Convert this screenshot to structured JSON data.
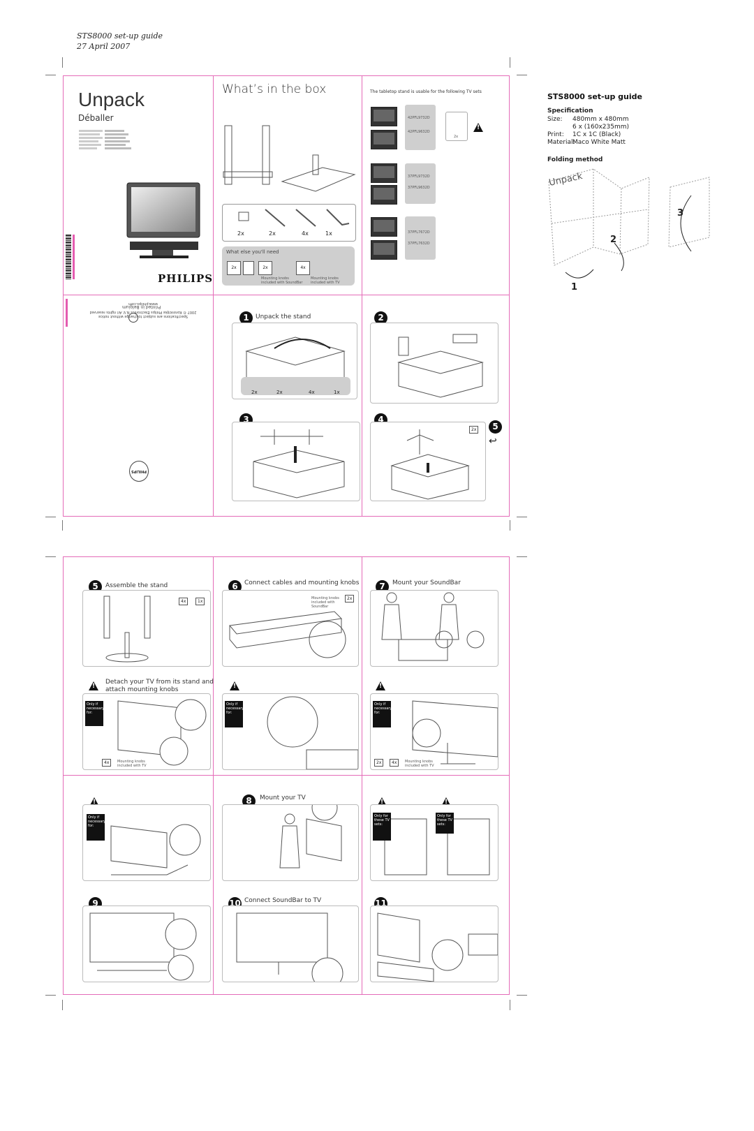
{
  "header": {
    "title": "STS8000 set-up guide",
    "date": "27 April 2007"
  },
  "cover": {
    "title": "Unpack",
    "subtitle": "Déballer",
    "brand": "PHILIPS",
    "back_text1": "Specifications are subject to change without notice",
    "back_text2": "2007 © Koninklijke Philips Electronics N.V. All rights reserved",
    "back_text3": "www.philips.com",
    "back_text4": "Printed in Belgium"
  },
  "box_panel": {
    "title": "What’s in the box",
    "parts": [
      "2x",
      "2x",
      "4x",
      "1x"
    ],
    "need_title": "What else you'll need",
    "need_counts": [
      "2x",
      "2x",
      "4x"
    ],
    "need_note1": "Mounting knobs included with SoundBar",
    "need_note2": "Mounting knobs included with TV"
  },
  "compat": {
    "title": "The tabletop stand is usable for the following TV sets",
    "group1": [
      "42PFL9732D",
      "42PFL9632D"
    ],
    "group2": [
      "37PFL9732D",
      "37PFL9632D"
    ],
    "group3": [
      "37PFL7672D",
      "37PFL7632D"
    ],
    "note_count": "2x"
  },
  "spec": {
    "heading": "STS8000 set-up guide",
    "spec_title": "Specification",
    "rows": [
      {
        "k": "Size:",
        "v": "480mm x 480mm"
      },
      {
        "k": "",
        "v": "6 x (160x235mm)"
      },
      {
        "k": "Print:",
        "v": "1C x 1C (Black)"
      },
      {
        "k": "Material:",
        "v": "Maco White Matt"
      }
    ],
    "folding_title": "Folding method",
    "fold_label": "Unpack",
    "fold_nums": [
      "1",
      "2",
      "3"
    ]
  },
  "steps": {
    "s1": {
      "n": "1",
      "label": "Unpack the stand",
      "counts": [
        "2x",
        "2x",
        "4x",
        "1x"
      ]
    },
    "s2": {
      "n": "2"
    },
    "s3": {
      "n": "3"
    },
    "s4": {
      "n": "4",
      "count": "2x"
    },
    "s5a": {
      "n": "5"
    },
    "s5": {
      "n": "5",
      "label": "Assemble the stand",
      "counts": [
        "4x",
        "1x"
      ]
    },
    "s6": {
      "n": "6",
      "label": "Connect cables and mounting knobs",
      "note": "Mounting knobs included with SoundBar",
      "count": "2x"
    },
    "s7": {
      "n": "7",
      "label": "Mount your SoundBar"
    },
    "detach": {
      "label1": "Detach your TV from its stand and",
      "label2": "attach mounting knobs",
      "note": "Mounting knobs included with TV",
      "count": "4x",
      "count2": "2x"
    },
    "only_card": "Only if necessary for:",
    "only_card2": "Only for these TV sets:",
    "s8": {
      "n": "8",
      "label": "Mount your TV"
    },
    "s9": {
      "n": "9"
    },
    "s10": {
      "n": "10",
      "label": "Connect SoundBar to TV"
    },
    "s11": {
      "n": "11"
    }
  }
}
